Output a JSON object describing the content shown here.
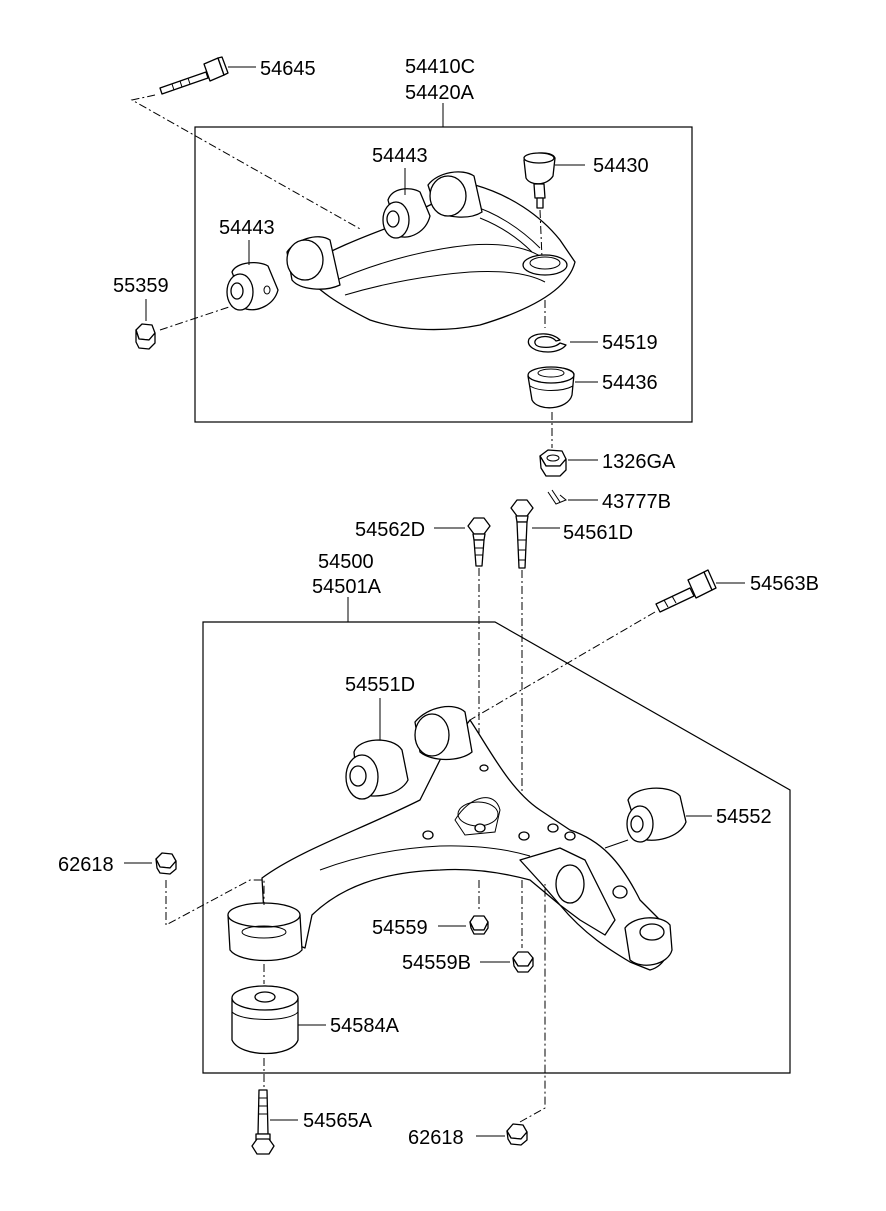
{
  "colors": {
    "line": "#000000",
    "background": "#ffffff"
  },
  "labels": {
    "p54645": "54645",
    "p54410c": "54410C",
    "p54420a": "54420A",
    "p54443_top": "54443",
    "p54430": "54430",
    "p54443_left": "54443",
    "p55359": "55359",
    "p54519": "54519",
    "p54436": "54436",
    "p1326ga": "1326GA",
    "p43777b": "43777B",
    "p54562d": "54562D",
    "p54561d": "54561D",
    "p54500": "54500",
    "p54501a": "54501A",
    "p54563b": "54563B",
    "p54551d": "54551D",
    "p54552": "54552",
    "p62618_left": "62618",
    "p54559": "54559",
    "p54559b": "54559B",
    "p54584a": "54584A",
    "p54565a": "54565A",
    "p62618_bottom": "62618"
  }
}
